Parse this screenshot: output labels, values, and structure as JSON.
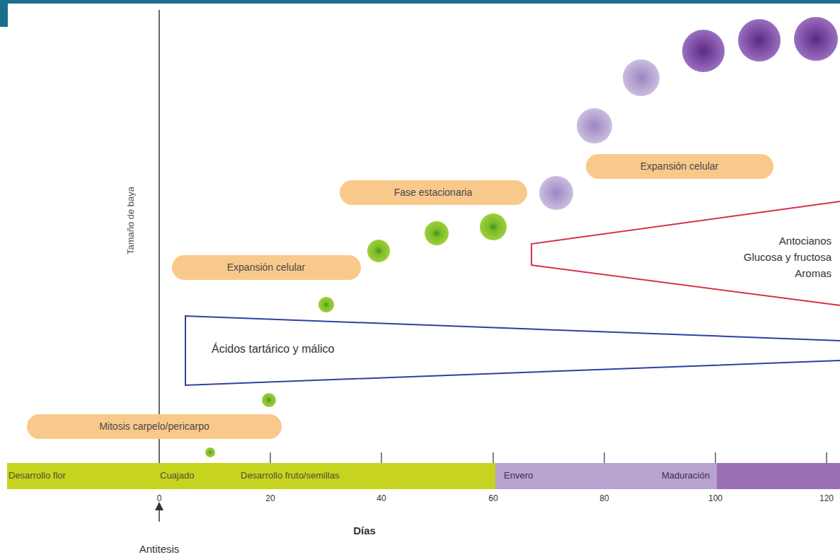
{
  "diagram": {
    "nodes": [
      {
        "text": [
          "Expansión celular"
        ]
      },
      {
        "text": [
          "Fase estacionaria"
        ]
      },
      {
        "text": [
          "Expansión celular"
        ]
      },
      {
        "text": [
          "Antocianos",
          "Glucosa y fructosa",
          "Aromas"
        ]
      },
      {
        "text": [
          "Ácidos tartárico y málico"
        ]
      },
      {
        "text": [
          "Mitosis carpelo/pericarpo"
        ]
      },
      {
        "text": [
          "Desarrollo flor",
          "Cuajado",
          "Desarrollo fruto/semillas"
        ]
      },
      {
        "text": [
          "Envero",
          "Maduración"
        ]
      }
    ],
    "labels": [
      "Tamaño de baya",
      "0",
      "20",
      "40",
      "60",
      "80",
      "100",
      "120",
      "Días",
      "Antitesis"
    ]
  }
}
